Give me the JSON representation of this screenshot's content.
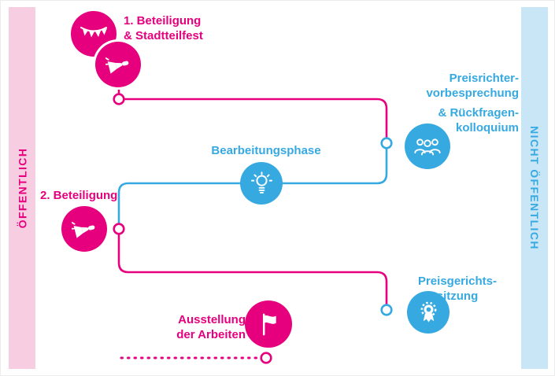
{
  "bands": {
    "public": "ÖFFENTLICH",
    "not_public": "NICHT ÖFFENTLICH"
  },
  "colors": {
    "pink": "#e6007e",
    "blue": "#36a9e1",
    "pink_band_bg": "#f7cde2",
    "blue_band_bg": "#c9e6f7"
  },
  "stages": {
    "participation1": {
      "line1": "1. Beteiligung",
      "line2": "& Stadtteilfest",
      "icons": [
        "bunting-icon",
        "megaphone-icon"
      ]
    },
    "jury_briefing": {
      "line1": "Preisrichter-",
      "line2": "vorbesprechung",
      "line3": "& Rückfragen-",
      "line4": "kolloquium",
      "icon": "jury-people-icon"
    },
    "work_phase": {
      "label": "Bearbeitungsphase",
      "icon": "lightbulb-icon"
    },
    "participation2": {
      "label": "2. Beteiligung",
      "icon": "megaphone-icon"
    },
    "jury_session": {
      "line1": "Preisgerichts-",
      "line2": "sitzung",
      "icon": "award-icon"
    },
    "exhibition": {
      "line1": "Ausstellung",
      "line2": "der Arbeiten",
      "icon": "flag-icon"
    }
  }
}
